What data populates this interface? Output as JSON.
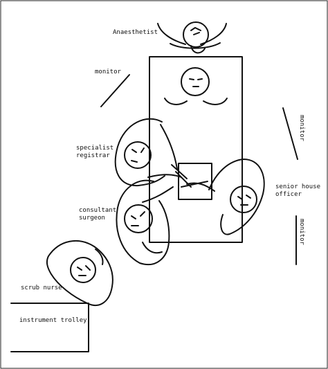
{
  "labels": {
    "anaesthetist": "Anaesthetist",
    "monitor_left": "monitor",
    "monitor_right_top": "monitor",
    "monitor_right_bottom": "monitor",
    "specialist_line1": "specialist",
    "specialist_line2": "registrar",
    "senior_line1": "senior house",
    "senior_line2": "officer",
    "consultant_line1": "consultant",
    "consultant_line2": "surgeon",
    "scrub_nurse": "scrub nurse",
    "instrument_trolley": "instrument trolley"
  },
  "colors": {
    "ink": "#111111",
    "paper": "#ffffff"
  }
}
